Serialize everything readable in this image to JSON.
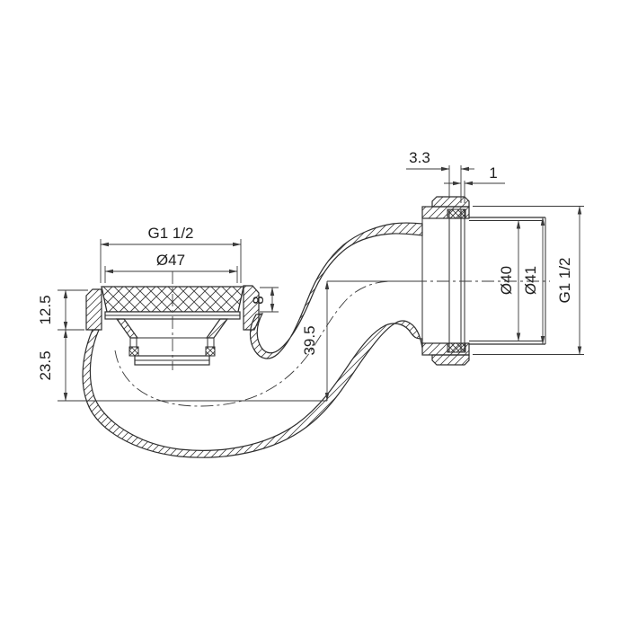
{
  "dimensions": {
    "thread_top": "G1 1/2",
    "grate_diameter": "Ø47",
    "grate_height": "8",
    "rim_depth": "12.5",
    "body_depth": "23.5",
    "trap_depth": "39.5",
    "flange_offset": "3.3",
    "washer_thickness": "1",
    "outlet_bore": "Ø40",
    "outlet_od": "Ø41",
    "outlet_thread": "G1 1/2"
  },
  "colors": {
    "line": "#2e2e2e",
    "background": "#ffffff"
  }
}
